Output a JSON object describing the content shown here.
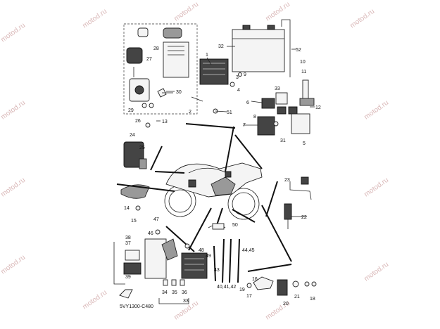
{
  "watermark": "motod.ru",
  "diagram_code": "5VY1300-C480",
  "labels": {
    "p1": "1",
    "p2": "2",
    "p3": "3",
    "p4": "4",
    "p5": "5",
    "p6": "6",
    "p7": "7",
    "p8": "8",
    "p9": "9",
    "p10": "10",
    "p11": "11",
    "p12": "12",
    "p13": "13",
    "p14": "14",
    "p15": "15",
    "p16": "16",
    "p17": "17",
    "p18": "18",
    "p19": "19",
    "p20": "20",
    "p21": "21",
    "p22": "22",
    "p23": "23",
    "p24": "24",
    "p25": "25",
    "p26": "26",
    "p27": "27",
    "p28": "28",
    "p29": "29",
    "p30": "30",
    "p31": "31",
    "p32": "32",
    "p33a": "33",
    "p33b": "33",
    "p34": "34",
    "p35": "35",
    "p36": "36",
    "p37": "37",
    "p38": "38",
    "p39": "39",
    "p40": "40,41,42",
    "p43": "43",
    "p44": "44,45",
    "p46": "46",
    "p47": "47",
    "p48": "48",
    "p49": "49",
    "p50": "50",
    "p51": "51",
    "p52": "52"
  }
}
